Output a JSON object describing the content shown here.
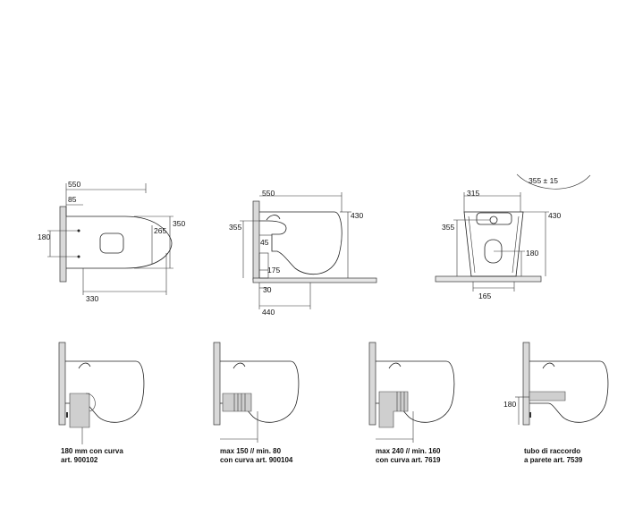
{
  "top_view": {
    "dims": {
      "d550": "550",
      "d85": "85",
      "d180": "180",
      "d265": "265",
      "d350": "350",
      "d330": "330"
    }
  },
  "side_view": {
    "dims": {
      "d550": "550",
      "d430": "430",
      "d355": "355",
      "d45": "45",
      "d175": "175",
      "d30": "30",
      "d440": "440"
    }
  },
  "front_view": {
    "dims": {
      "d355pm": "355 ± 15",
      "d315": "315",
      "d430": "430",
      "d355": "355",
      "d180": "180",
      "d165": "165"
    }
  },
  "variants": [
    {
      "line1": "180 mm con curva",
      "line2": "art. 900102"
    },
    {
      "line1": "max 150 // min. 80",
      "line2": "con curva art. 900104"
    },
    {
      "line1": "max 240 // min. 160",
      "line2": "con curva art. 7619"
    },
    {
      "line1": "tubo di raccordo",
      "line2": "a parete art. 7539"
    }
  ],
  "variant4_dim": "180"
}
